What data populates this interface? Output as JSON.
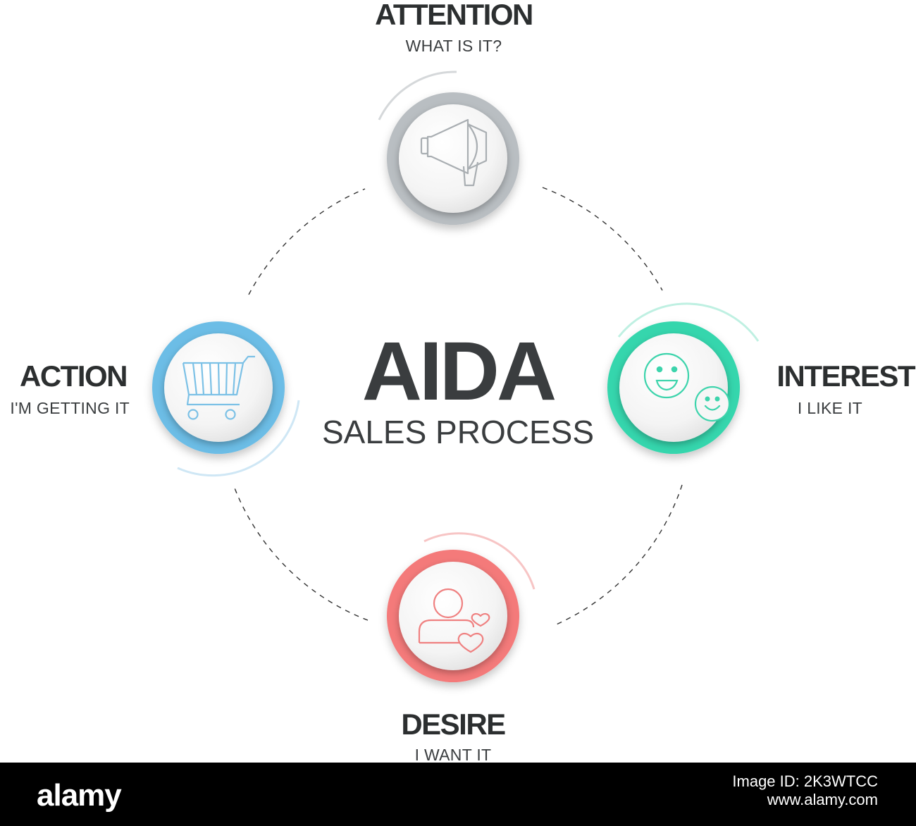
{
  "center": {
    "title": "AIDA",
    "subtitle": "SALES PROCESS"
  },
  "stages": {
    "attention": {
      "title": "ATTENTION",
      "subtitle": "WHAT IS IT?",
      "color": "#b9bec2",
      "icon": "megaphone-icon"
    },
    "interest": {
      "title": "INTEREST",
      "subtitle": "I LIKE IT",
      "color": "#35d6ad",
      "icon": "smiley-faces-icon"
    },
    "desire": {
      "title": "DESIRE",
      "subtitle": "I WANT IT",
      "color": "#f47a7a",
      "icon": "person-hearts-icon"
    },
    "action": {
      "title": "ACTION",
      "subtitle": "I'M GETTING IT",
      "color": "#6cbde6",
      "icon": "shopping-cart-icon"
    }
  },
  "footer": {
    "brand": "alamy",
    "image_id": "Image ID: 2K3WTCC",
    "url": "www.alamy.com"
  }
}
